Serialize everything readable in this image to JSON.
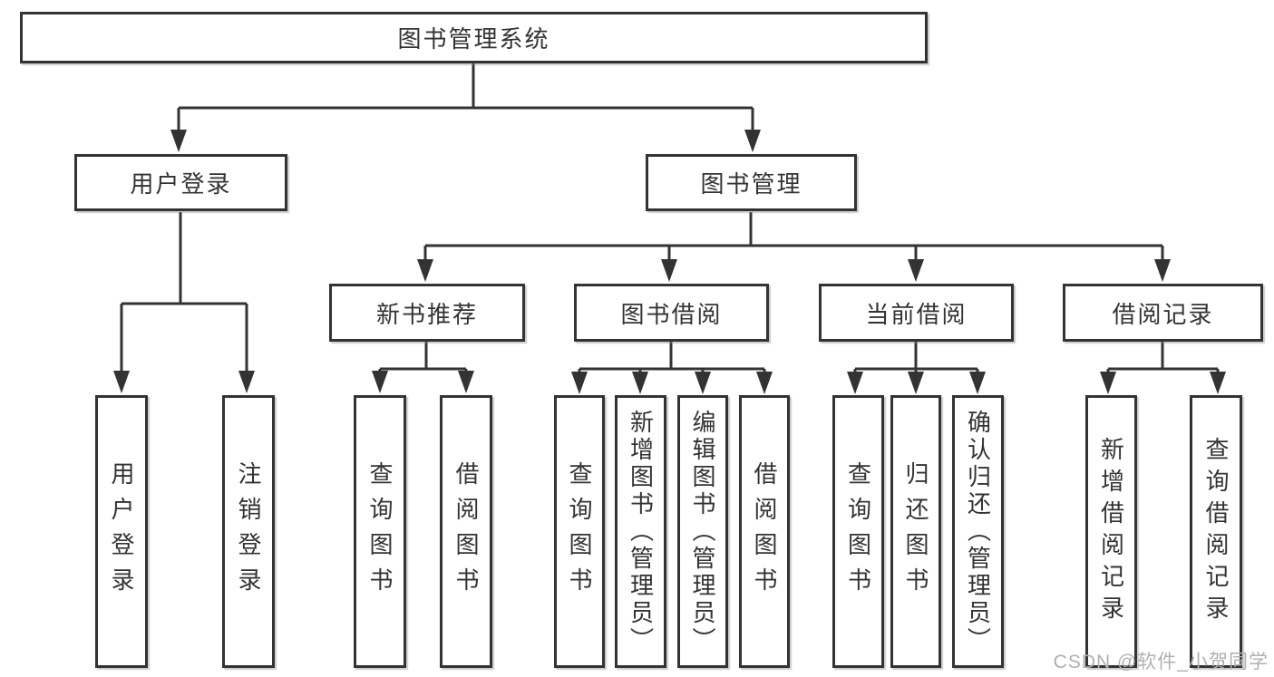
{
  "diagram": {
    "root": {
      "label": "图书管理系统"
    },
    "branches": [
      {
        "label": "用户登录",
        "children": [
          {
            "label": "用户登录"
          },
          {
            "label": "注销登录"
          }
        ]
      },
      {
        "label": "图书管理",
        "children": [
          {
            "label": "新书推荐",
            "children": [
              {
                "label": "查询图书"
              },
              {
                "label": "借阅图书"
              }
            ]
          },
          {
            "label": "图书借阅",
            "children": [
              {
                "label": "查询图书"
              },
              {
                "label": "新增图书（管理员）"
              },
              {
                "label": "编辑图书（管理员）"
              },
              {
                "label": "借阅图书"
              }
            ]
          },
          {
            "label": "当前借阅",
            "children": [
              {
                "label": "查询图书"
              },
              {
                "label": "归还图书"
              },
              {
                "label": "确认归还（管理员）"
              }
            ]
          },
          {
            "label": "借阅记录",
            "children": [
              {
                "label": "新增借阅记录"
              },
              {
                "label": "查询借阅记录"
              }
            ]
          }
        ]
      }
    ]
  },
  "watermark": {
    "text": "CSDN @软件_小贺同学"
  },
  "colors": {
    "line": "#333333",
    "box_border": "#333333",
    "text": "#333333",
    "background": "#ffffff",
    "watermark": "#b0b0b0"
  }
}
